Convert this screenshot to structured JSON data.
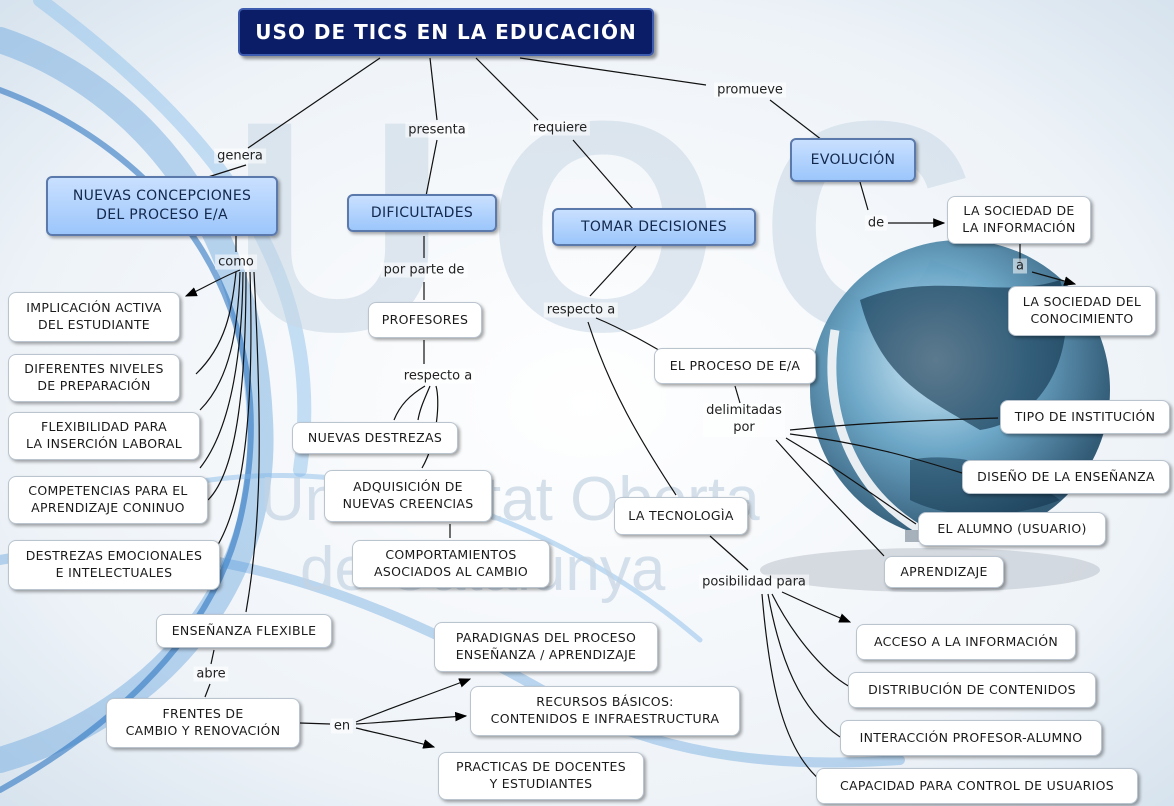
{
  "title": "USO DE TICS EN LA EDUCACIÓN",
  "background": {
    "watermark_main": "UOC",
    "watermark_sub": "Universitat Oberta de Catalunya"
  },
  "concepts": {
    "nuevas": "NUEVAS CONCEPCIONES\nDEL PROCESO E/A",
    "dificultades": "DIFICULTADES",
    "tomar": "TOMAR DECISIONES",
    "evolucion": "EVOLUCIÓN",
    "sociedad_info": "LA SOCIEDAD DE\nLA INFORMACIÓN",
    "sociedad_con": "LA SOCIEDAD DEL\nCONOCIMIENTO",
    "implicacion": "IMPLICACIÓN ACTIVA\nDEL ESTUDIANTE",
    "niveles": "DIFERENTES NIVELES\nDE PREPARACIÓN",
    "flexibilidad": "FLEXIBILIDAD PARA\nLA INSERCIÓN LABORAL",
    "competencias": "COMPETENCIAS  PARA EL\nAPRENDIZAJE CONINUO",
    "destrezas_emo": "DESTREZAS EMOCIONALES\nE INTELECTUALES",
    "ensenanza_flex": "ENSEÑANZA FLEXIBLE",
    "frentes": "FRENTES DE\nCAMBIO Y RENOVACIÓN",
    "profesores": "PROFESORES",
    "nuevas_destrezas": "NUEVAS DESTREZAS",
    "adquisicion": "ADQUISICIÓN DE\nNUEVAS CREENCIAS",
    "comportamientos": "COMPORTAMIENTOS\nASOCIADOS AL  CAMBIO",
    "proceso_ea": "EL PROCESO DE E/A",
    "tecnologia": "LA TECNOLOGÌA",
    "tipo_institucion": "TIPO DE INSTITUCIÓN",
    "diseno": "DISEÑO DE LA ENSEÑANZA",
    "alumno": "EL ALUMNO (USUARIO)",
    "aprendizaje": "APRENDIZAJE",
    "paradignas": "PARADIGNAS  DEL PROCESO\nENSEÑANZA / APRENDIZAJE",
    "recursos": "RECURSOS BÁSICOS:\nCONTENIDOS E INFRAESTRUCTURA",
    "practicas": "PRACTICAS DE DOCENTES\nY ESTUDIANTES",
    "acceso": "ACCESO A LA INFORMACIÓN",
    "distribucion": "DISTRIBUCIÓN DE CONTENIDOS",
    "interaccion": "INTERACCIÓN PROFESOR-ALUMNO",
    "capacidad": "CAPACIDAD PARA CONTROL DE USUARIOS"
  },
  "links": {
    "genera": "genera",
    "presenta": "presenta",
    "requiere": "requiere",
    "promueve": "promueve",
    "de": "de",
    "a": "a",
    "como": "como",
    "por_parte_de": "por parte de",
    "respecto_a_1": "respecto a",
    "respecto_a_2": "respecto a",
    "delimitadas_por": "delimitadas\npor",
    "posibilidad_para": "posibilidad para",
    "abre": "abre",
    "en": "en"
  },
  "colors": {
    "title_bg": "#0b1d66",
    "concept_bg": "#9cc6fb",
    "node_bg": "#ffffff",
    "line": "#000000"
  }
}
